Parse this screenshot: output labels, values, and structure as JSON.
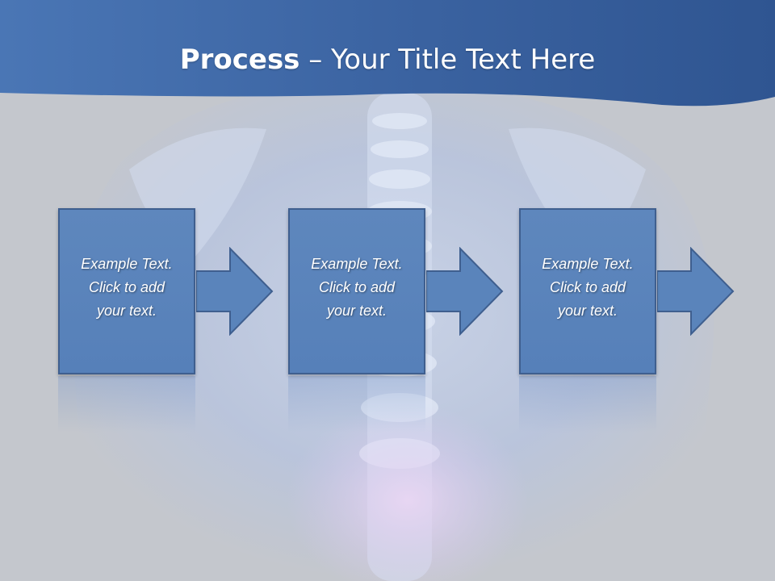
{
  "title": {
    "bold": "Process",
    "rest": " – Your Title Text Here"
  },
  "steps": [
    {
      "text": "Example Text.\nClick  to add\nyour text."
    },
    {
      "text": "Example Text.\nClick  to add\nyour text."
    },
    {
      "text": "Example Text.\nClick  to add\nyour text."
    }
  ],
  "colors": {
    "header": "#3f68a6",
    "box_fill": "#5a84bb",
    "box_border": "#3f5f8f",
    "arrow_fill": "#5a84bb",
    "background": "#c4c7cd"
  }
}
